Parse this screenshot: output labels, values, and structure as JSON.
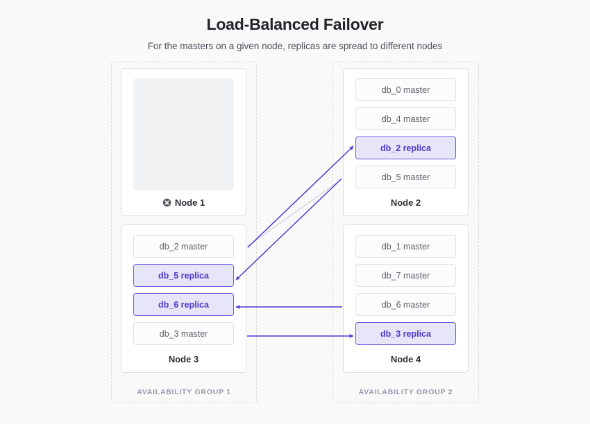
{
  "header": {
    "title": "Load-Balanced Failover",
    "subtitle": "For the masters on a given node, replicas are spread to different nodes"
  },
  "colors": {
    "background": "#f9f9fa",
    "replica_fill": "#e7e5f8",
    "replica_border": "#6c5ce0",
    "replica_text": "#4f39d0",
    "master_fill": "#fcfcfd",
    "master_border": "#e2e2e7",
    "master_text": "#5c5f69",
    "arrow_active": "#4f39d0",
    "arrow_inactive": "#cfcfd8",
    "group_border": "#dcdce1",
    "group_label": "#9a9aab",
    "failed_icon": "#5c5f69"
  },
  "groups": [
    {
      "id": "group-1",
      "label": "AVAILABILITY GROUP 1"
    },
    {
      "id": "group-2",
      "label": "AVAILABILITY GROUP 2"
    }
  ],
  "nodes": [
    {
      "id": "node-1",
      "name": "Node 1",
      "status": "failed",
      "status_icon": "x-circle-icon",
      "databases": []
    },
    {
      "id": "node-2",
      "name": "Node 2",
      "status": "ok",
      "databases": [
        {
          "label": "db_0 master",
          "role": "master"
        },
        {
          "label": "db_4 master",
          "role": "master"
        },
        {
          "label": "db_2 replica",
          "role": "replica"
        },
        {
          "label": "db_5 master",
          "role": "master"
        }
      ]
    },
    {
      "id": "node-3",
      "name": "Node 3",
      "status": "ok",
      "databases": [
        {
          "label": "db_2 master",
          "role": "master"
        },
        {
          "label": "db_5 replica",
          "role": "replica"
        },
        {
          "label": "db_6 replica",
          "role": "replica"
        },
        {
          "label": "db_3 master",
          "role": "master"
        }
      ]
    },
    {
      "id": "node-4",
      "name": "Node 4",
      "status": "ok",
      "databases": [
        {
          "label": "db_1 master",
          "role": "master"
        },
        {
          "label": "db_7 master",
          "role": "master"
        },
        {
          "label": "db_6 master",
          "role": "master"
        },
        {
          "label": "db_3 replica",
          "role": "replica"
        }
      ]
    }
  ],
  "connections": [
    {
      "from": "node-3 db_2 master",
      "to": "node-2 db_2 replica",
      "style": "active",
      "arrowhead": true
    },
    {
      "from": "node-2 db_5 master",
      "to": "node-3 db_5 replica",
      "style": "inactive-origin",
      "arrowhead": false
    },
    {
      "from": "node-2 db_5 master",
      "to": "node-3 db_5 replica",
      "style": "active",
      "arrowhead": true
    },
    {
      "from": "node-4 db_6 master",
      "to": "node-3 db_6 replica",
      "style": "active",
      "arrowhead": true
    },
    {
      "from": "node-3 db_3 master",
      "to": "node-4 db_3 replica",
      "style": "active",
      "arrowhead": true
    }
  ]
}
